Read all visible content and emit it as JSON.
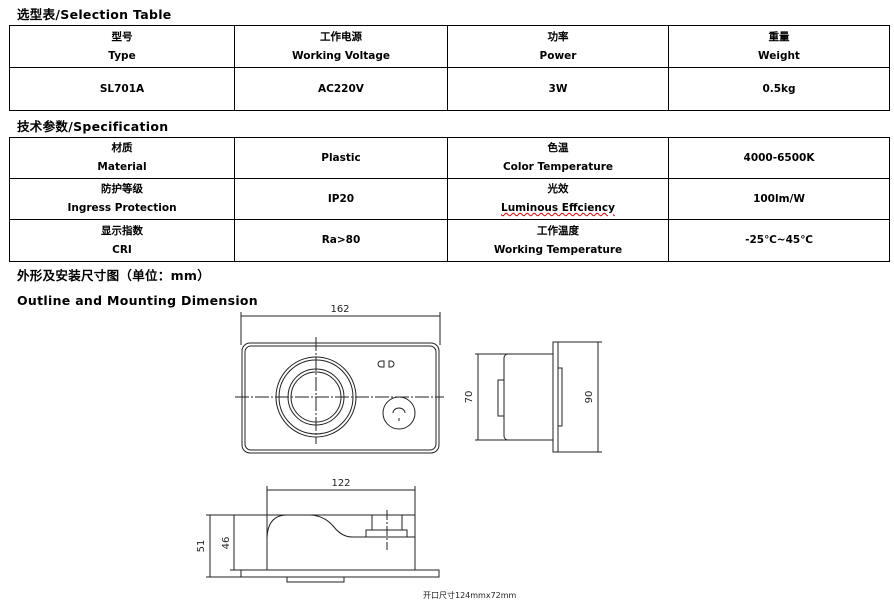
{
  "selection": {
    "title": "选型表/Selection Table",
    "headers": [
      {
        "cn": "型号",
        "en": "Type"
      },
      {
        "cn": "工作电源",
        "en": "Working Voltage"
      },
      {
        "cn": "功率",
        "en": "Power"
      },
      {
        "cn": "重量",
        "en": "Weight"
      }
    ],
    "values": [
      "SL701A",
      "AC220V",
      "3W",
      "0.5kg"
    ]
  },
  "spec": {
    "title": "技术参数/Specification",
    "rows": [
      {
        "l_cn": "材质",
        "l_en": "Material",
        "l_val": "Plastic",
        "r_cn": "色温",
        "r_en": "Color Temperature",
        "r_val": "4000-6500K"
      },
      {
        "l_cn": "防护等级",
        "l_en": "Ingress Protection",
        "l_val": "IP20",
        "r_cn": "光效",
        "r_en": "Luminous Effciency",
        "r_val": "100lm/W"
      },
      {
        "l_cn": "显示指数",
        "l_en": "CRI",
        "l_val": "Ra>80",
        "r_cn": "工作温度",
        "r_en": "Working Temperature",
        "r_val": "-25℃~45℃"
      }
    ]
  },
  "outline": {
    "title_cn": "外形及安装尺寸图（单位：mm）",
    "title_en": "Outline and Mounting Dimension",
    "dims": {
      "width": "162",
      "height_side": "70",
      "flange": "90",
      "depth": "122",
      "total_h": "51",
      "body_h": "46"
    },
    "cutout": "开口尺寸124mmx72mm"
  }
}
